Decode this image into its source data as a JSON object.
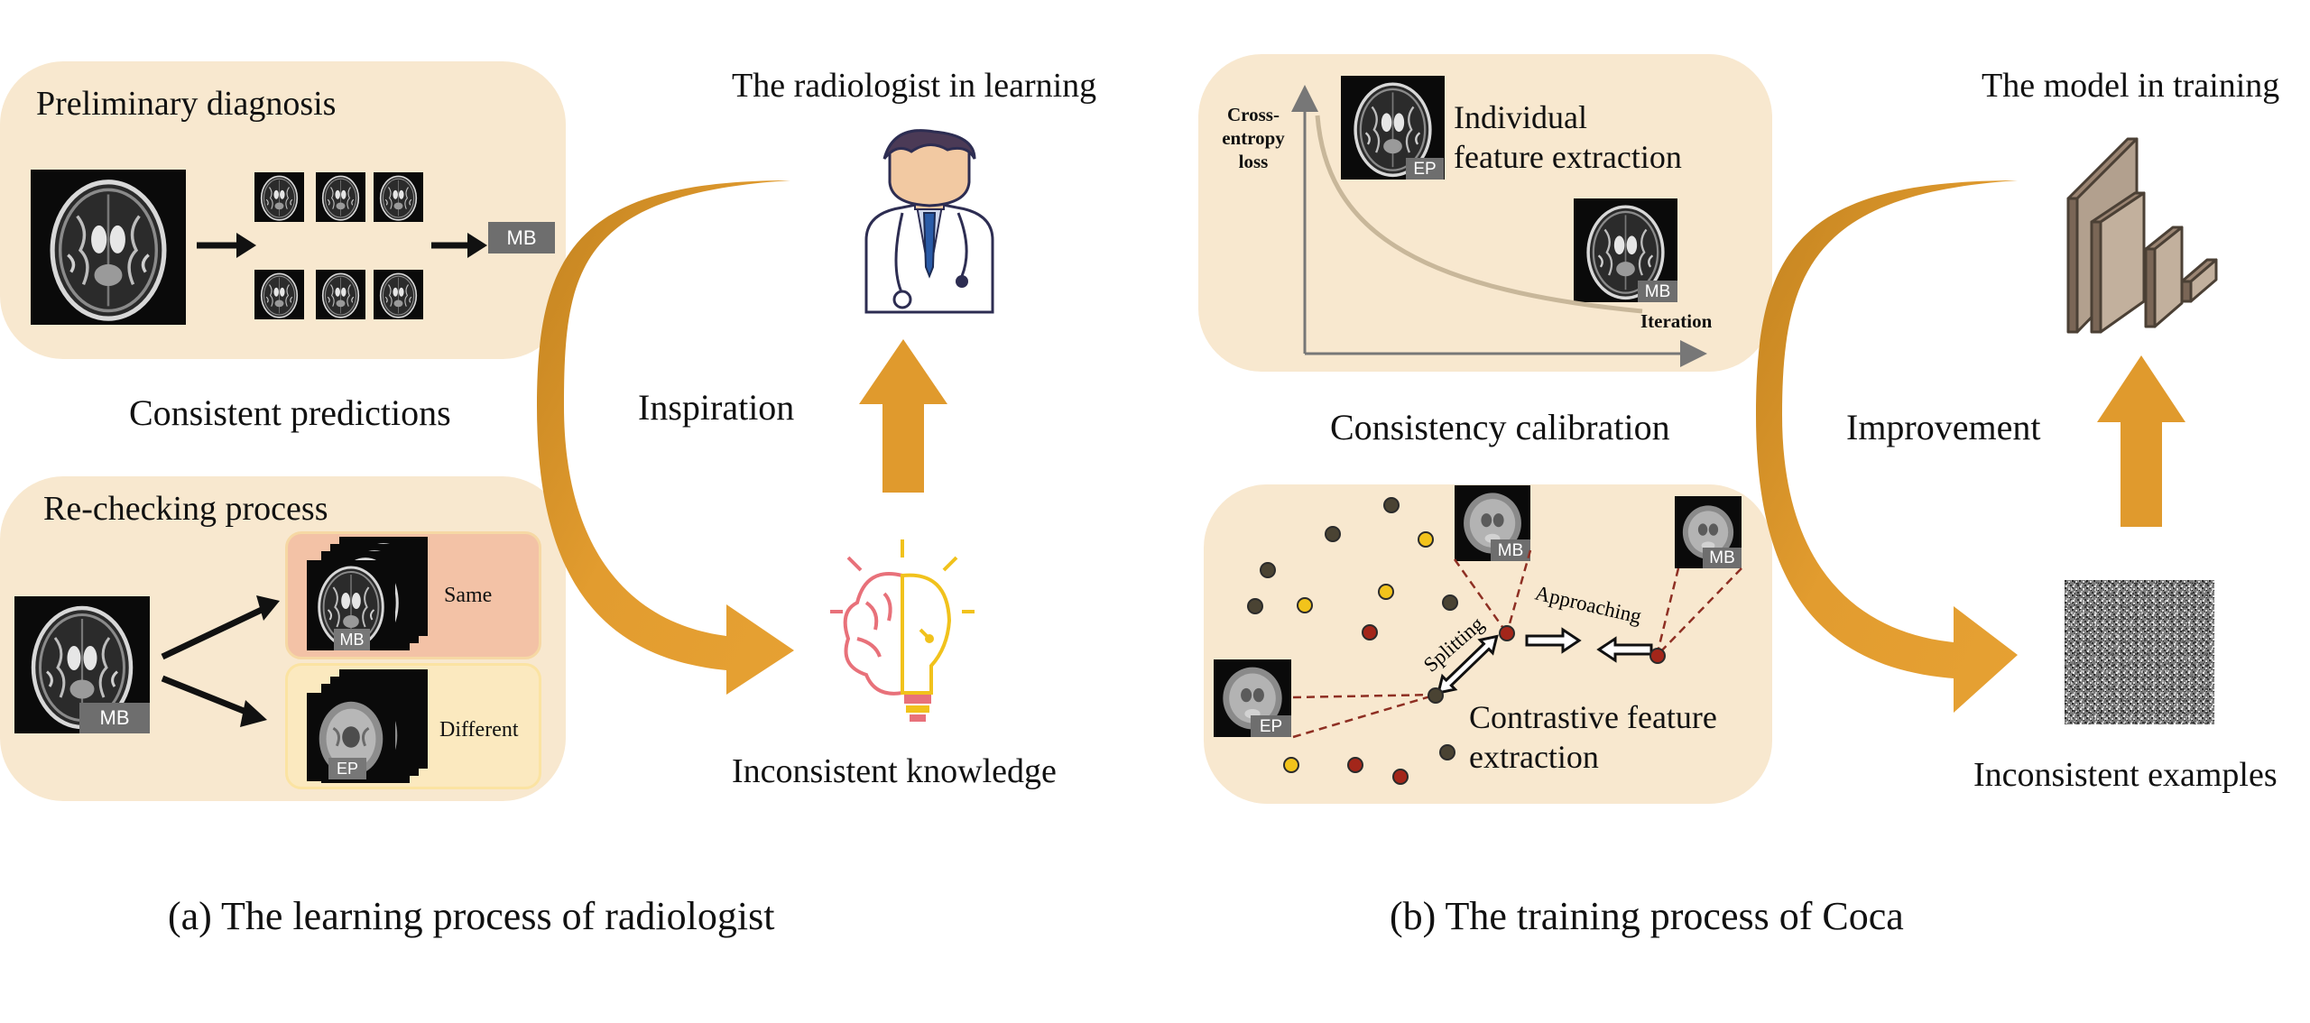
{
  "colors": {
    "panel": "#f8e8cf",
    "arrow_gold": "#e09a2d",
    "arrow_gold_dark": "#c98520",
    "same_box": "#f3c2a6",
    "different_box": "#fbe9bf",
    "curve": "#c8b79a",
    "dot_dark": "#4a4333",
    "dot_yellow": "#f2c31b",
    "dot_red": "#a3261a",
    "dashed": "#8e2f23",
    "model_block": "#b8a592",
    "tag_grey": "#6e6e6e"
  },
  "left": {
    "preliminary": {
      "title": "Preliminary diagnosis",
      "tag": "MB"
    },
    "consistent_label": "Consistent predictions",
    "rechecking": {
      "title": "Re-checking process",
      "input_tag": "MB",
      "same_label": "Same",
      "same_tag": "MB",
      "different_label": "Different",
      "different_tag": "EP"
    },
    "inspiration_label": "Inspiration",
    "radiologist_label": "The radiologist in learning",
    "knowledge_label": "Inconsistent knowledge",
    "caption": "(a) The learning process of radiologist",
    "icons": [
      "doctor-icon",
      "brain-bulb-icon"
    ]
  },
  "right": {
    "calibration": {
      "ylabel_lines": [
        "Cross-",
        "entropy",
        "loss"
      ],
      "xlabel": "Iteration",
      "feature_label_lines": [
        "Individual",
        "feature extraction"
      ],
      "tag_ep": "EP",
      "tag_mb": "MB"
    },
    "calibration_label": "Consistency calibration",
    "contrastive": {
      "splitting_label": "Splitting",
      "approaching_label": "Approaching",
      "feature_label_lines": [
        "Contrastive feature",
        "extraction"
      ],
      "tag_mb_1": "MB",
      "tag_mb_2": "MB",
      "tag_ep": "EP"
    },
    "improvement_label": "Improvement",
    "model_label": "The model in training",
    "examples_label": "Inconsistent examples",
    "caption": "(b) The training process of Coca",
    "icons": [
      "cnn-model-icon",
      "noise-image-icon"
    ]
  }
}
